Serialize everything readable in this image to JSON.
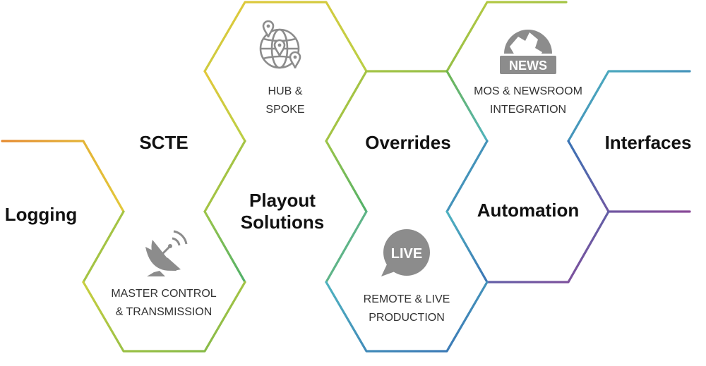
{
  "labels": {
    "logging": "Logging",
    "scte": "SCTE",
    "overrides": "Overrides",
    "interfaces": "Interfaces",
    "automation": "Automation",
    "playout_line1": "Playout",
    "playout_line2": "Solutions"
  },
  "hexes": {
    "hub": {
      "line1": "HUB &",
      "line2": "SPOKE",
      "icon": "globe-pins-icon"
    },
    "mos": {
      "line1": "MOS & NEWSROOM",
      "line2": "INTEGRATION",
      "icon": "news-icon",
      "badge": "NEWS"
    },
    "master": {
      "line1": "MASTER CONTROL",
      "line2": "& TRANSMISSION",
      "icon": "satellite-dish-icon"
    },
    "remote": {
      "line1": "REMOTE & LIVE",
      "line2": "PRODUCTION",
      "icon": "live-bubble-icon",
      "badge": "LIVE"
    }
  },
  "colors": {
    "orange": "#e58a2e",
    "yellow": "#e3c83a",
    "yellow_green": "#b9cf45",
    "green": "#7fb84a",
    "teal": "#4fb3c0",
    "blue": "#3a73b5",
    "purple": "#8a4a98",
    "icon_gray": "#8c8c8c"
  }
}
